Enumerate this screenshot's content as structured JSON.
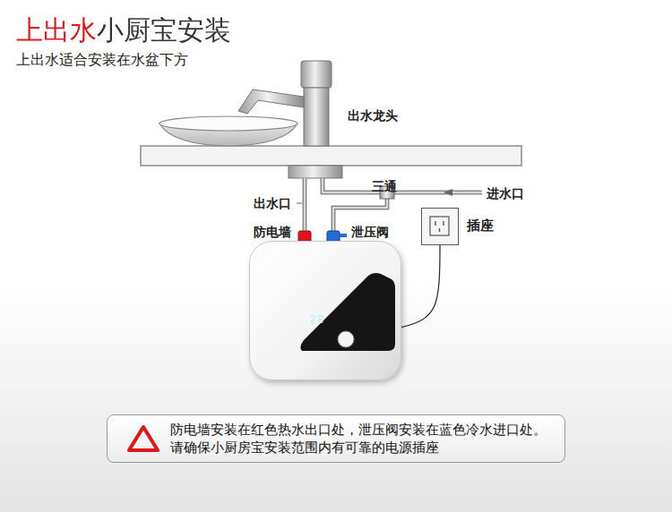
{
  "diagram": {
    "title": "上出水小厨宝安装",
    "nodes": [
      {
        "text": [
          "28"
        ]
      },
      {
        "text": [
          "插座"
        ]
      },
      {
        "text": [
          "防电墙安装在红色热水出口处，泄压阀安装在蓝色冷水进口处。",
          "请确保小厨房宝安装范围内有可靠的电源插座"
        ]
      }
    ],
    "edges": [
      {
        "from": 1,
        "to": 0,
        "arrow": "none"
      }
    ],
    "labels": [
      "上出水适合安装在水盆下方",
      "出水龙头",
      "三通",
      "进水口",
      "出水口",
      "防电墙",
      "泄压阀"
    ]
  }
}
